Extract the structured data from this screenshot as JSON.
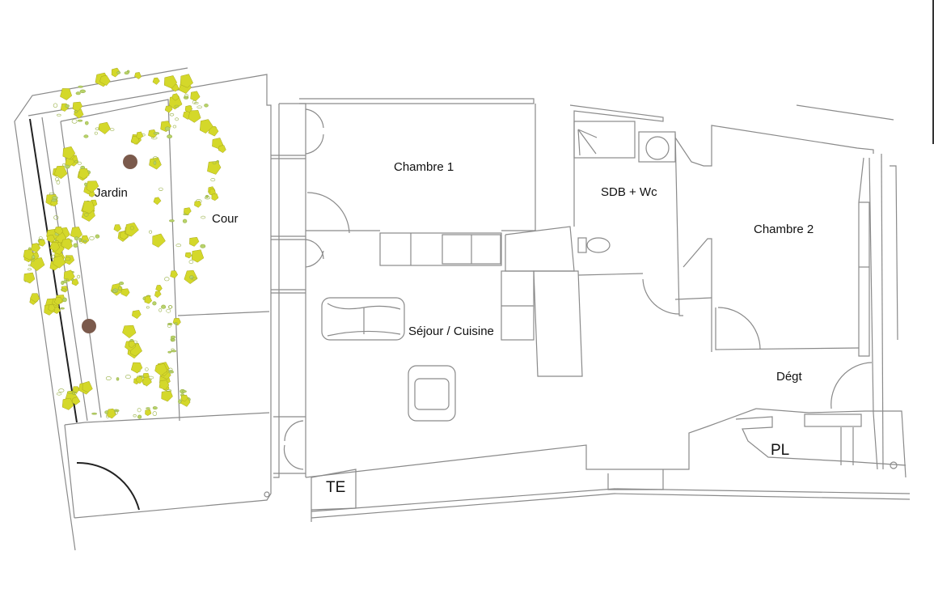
{
  "plan": {
    "rooms": {
      "jardin": "Jardin",
      "cour": "Cour",
      "chambre1": "Chambre 1",
      "sdb": "SDB + Wc",
      "chambre2": "Chambre 2",
      "sejour": "Séjour / Cuisine",
      "degt": "Dégt",
      "pl": "PL",
      "te": "TE"
    },
    "colors": {
      "wall": "#8a8a8a",
      "foliage": "#d4d82a",
      "foliage_light": "#b8d36a",
      "tree": "#7b5a4c"
    }
  }
}
